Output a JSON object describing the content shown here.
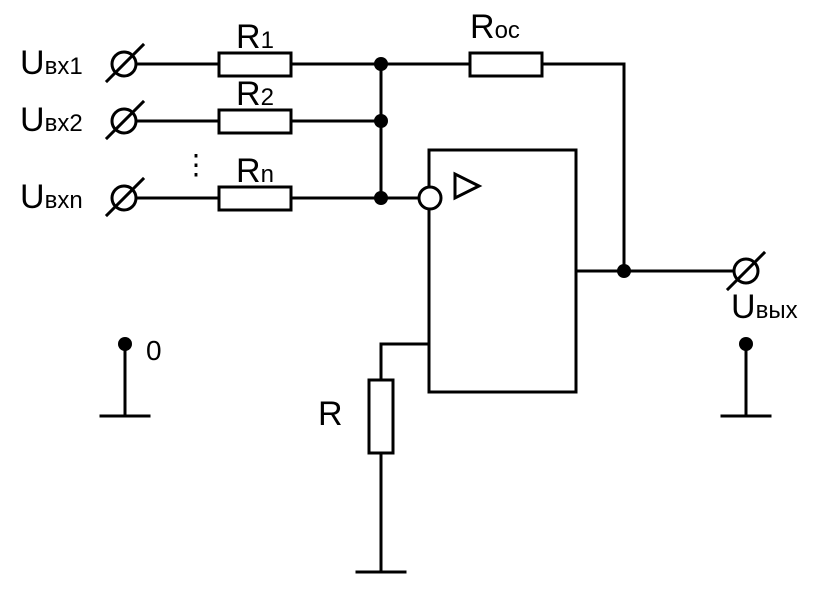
{
  "inputs": [
    {
      "main": "U",
      "sub": "вх1"
    },
    {
      "main": "U",
      "sub": "вх2"
    },
    {
      "main": "U",
      "sub": "вхn"
    }
  ],
  "resistors": {
    "r1": {
      "main": "R",
      "sub": "1"
    },
    "r2": {
      "main": "R",
      "sub": "2"
    },
    "rn": {
      "main": "R",
      "sub": "n"
    },
    "roc": {
      "main": "R",
      "sub": "ос"
    },
    "r": "R"
  },
  "ellipsis": "⋮",
  "ground_label": "0",
  "output": {
    "main": "U",
    "sub": "вых"
  },
  "opamp_symbol": "▷"
}
